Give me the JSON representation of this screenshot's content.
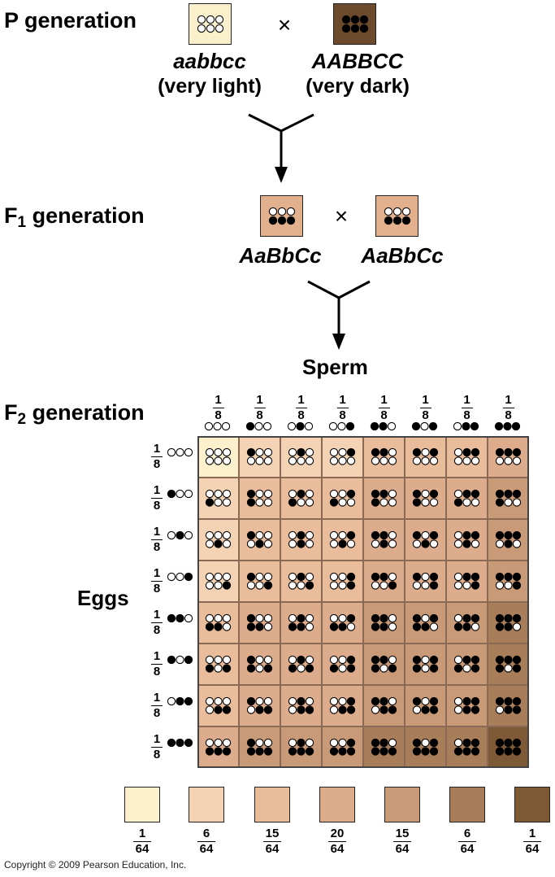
{
  "p_generation": {
    "label": "P generation",
    "cross_symbol": "×",
    "parent1": {
      "genotype": "aabbcc",
      "phenotype": "(very light)",
      "color": "#fbf0cc",
      "dark_alleles": 0
    },
    "parent2": {
      "genotype": "AABBCC",
      "phenotype": "(very dark)",
      "color": "#6b4b2c",
      "dark_alleles": 6
    }
  },
  "f1_generation": {
    "label": "F",
    "label_sub": "1",
    "label_suffix": " generation",
    "cross_symbol": "×",
    "parent1": {
      "genotype": "AaBbCc",
      "color": "#e2b08c",
      "dark_alleles": 3
    },
    "parent2": {
      "genotype": "AaBbCc",
      "color": "#e2b08c",
      "dark_alleles": 3
    }
  },
  "f2_generation": {
    "label": "F",
    "label_sub": "2",
    "label_suffix": " generation",
    "sperm_label": "Sperm",
    "eggs_label": "Eggs",
    "fraction_num": "1",
    "fraction_den": "8",
    "gametes": [
      [
        0,
        0,
        0
      ],
      [
        1,
        0,
        0
      ],
      [
        0,
        1,
        0
      ],
      [
        0,
        0,
        1
      ],
      [
        1,
        1,
        0
      ],
      [
        1,
        0,
        1
      ],
      [
        0,
        1,
        1
      ],
      [
        1,
        1,
        1
      ]
    ],
    "shade_colors": [
      "#fdf0cc",
      "#f4d3b4",
      "#e9bc9b",
      "#ddac8d",
      "#c89a78",
      "#a87d5a",
      "#7d5935"
    ]
  },
  "distribution": {
    "items": [
      {
        "num": "1",
        "den": "64",
        "dark_alleles": 0
      },
      {
        "num": "6",
        "den": "64",
        "dark_alleles": 1
      },
      {
        "num": "15",
        "den": "64",
        "dark_alleles": 2
      },
      {
        "num": "20",
        "den": "64",
        "dark_alleles": 3
      },
      {
        "num": "15",
        "den": "64",
        "dark_alleles": 4
      },
      {
        "num": "6",
        "den": "64",
        "dark_alleles": 5
      },
      {
        "num": "1",
        "den": "64",
        "dark_alleles": 6
      }
    ]
  },
  "copyright": "Copyright © 2009 Pearson Education, Inc."
}
